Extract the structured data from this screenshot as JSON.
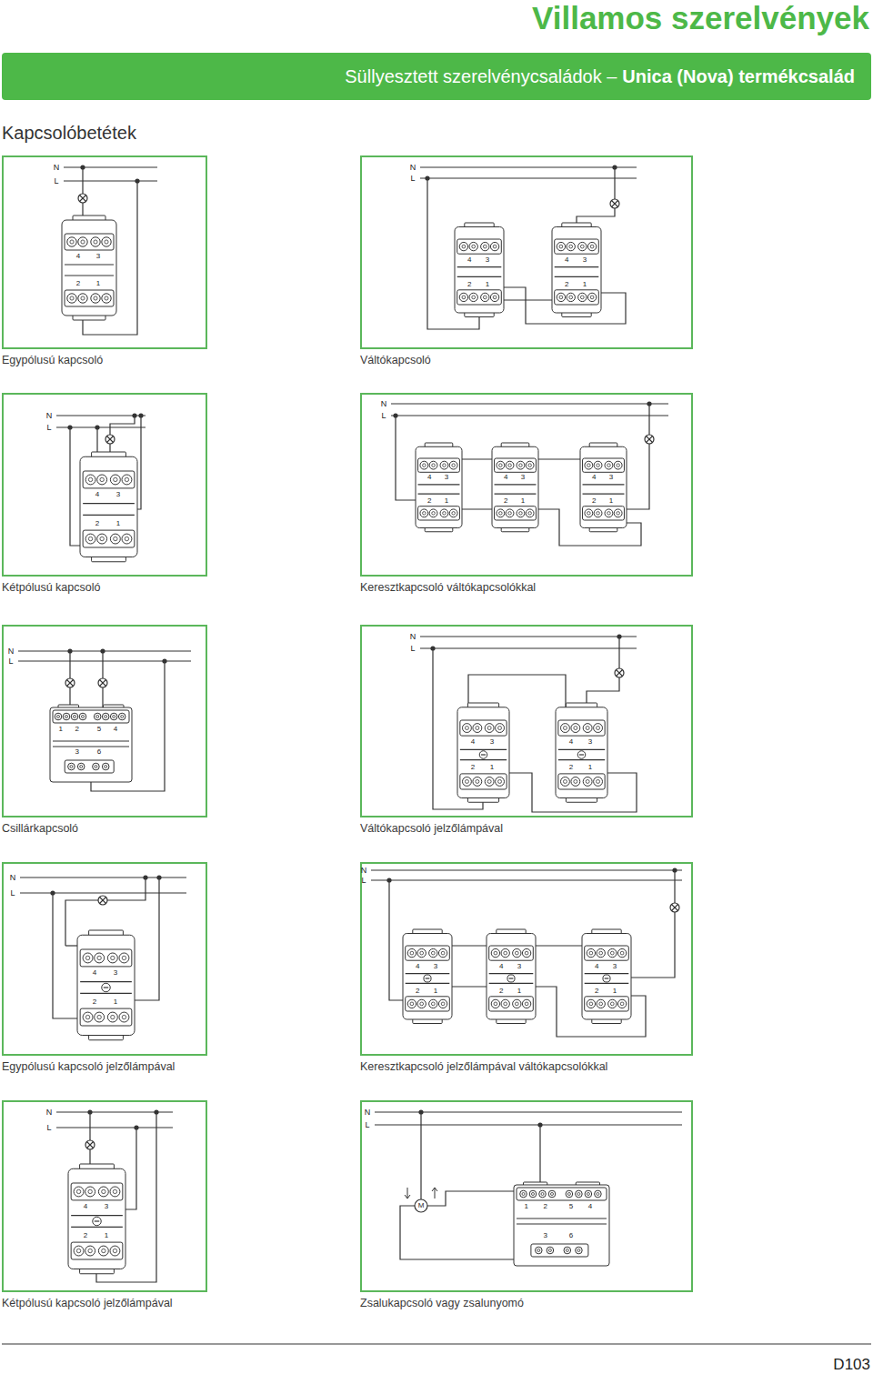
{
  "diagram": {
    "title": "Villamos szerelvények",
    "nodes": [
      {
        "text": [
          "Süllyesztett szerelvénycsaládok –",
          "Unica (Nova) termékcsalád"
        ]
      },
      {
        "text": [
          "Egypólusú kapcsoló"
        ]
      },
      {
        "text": [
          "Váltókapcsoló"
        ]
      },
      {
        "text": [
          "Kétpólusú kapcsoló"
        ]
      },
      {
        "text": [
          "Keresztkapcsoló váltókapcsolókkal"
        ]
      },
      {
        "text": [
          "Csillárkapcsoló"
        ]
      },
      {
        "text": [
          "Váltókapcsoló jelzőlámpával"
        ]
      },
      {
        "text": [
          "Egypólusú kapcsoló jelzőlámpával"
        ]
      },
      {
        "text": [
          "Keresztkapcsoló jelzőlámpával váltókapcsolókkal"
        ]
      },
      {
        "text": [
          "Kétpólusú kapcsoló jelzőlámpával"
        ]
      },
      {
        "text": [
          "Zsalukapcsoló vagy zsalunyomó"
        ]
      }
    ],
    "labels": [
      "Kapcsolóbetétek",
      "N",
      "L",
      "4",
      "3",
      "2",
      "1",
      "N",
      "L",
      "4",
      "3",
      "2",
      "1",
      "4",
      "3",
      "2",
      "1",
      "N",
      "L",
      "4",
      "3",
      "2",
      "1",
      "N",
      "L",
      "4",
      "3",
      "2",
      "1",
      "4",
      "3",
      "2",
      "1",
      "4",
      "3",
      "2",
      "1",
      "N",
      "L",
      "1",
      "2",
      "5",
      "4",
      "3",
      "6",
      "N",
      "L",
      "4",
      "3",
      "2",
      "1",
      "4",
      "3",
      "2",
      "1",
      "N",
      "L",
      "4",
      "3",
      "2",
      "1",
      "N",
      "L",
      "4",
      "3",
      "2",
      "1",
      "4",
      "3",
      "2",
      "1",
      "4",
      "3",
      "2",
      "1",
      "N",
      "L",
      "4",
      "3",
      "2",
      "1",
      "N",
      "L",
      "M",
      "1",
      "2",
      "5",
      "4",
      "3",
      "6",
      "D103"
    ]
  }
}
